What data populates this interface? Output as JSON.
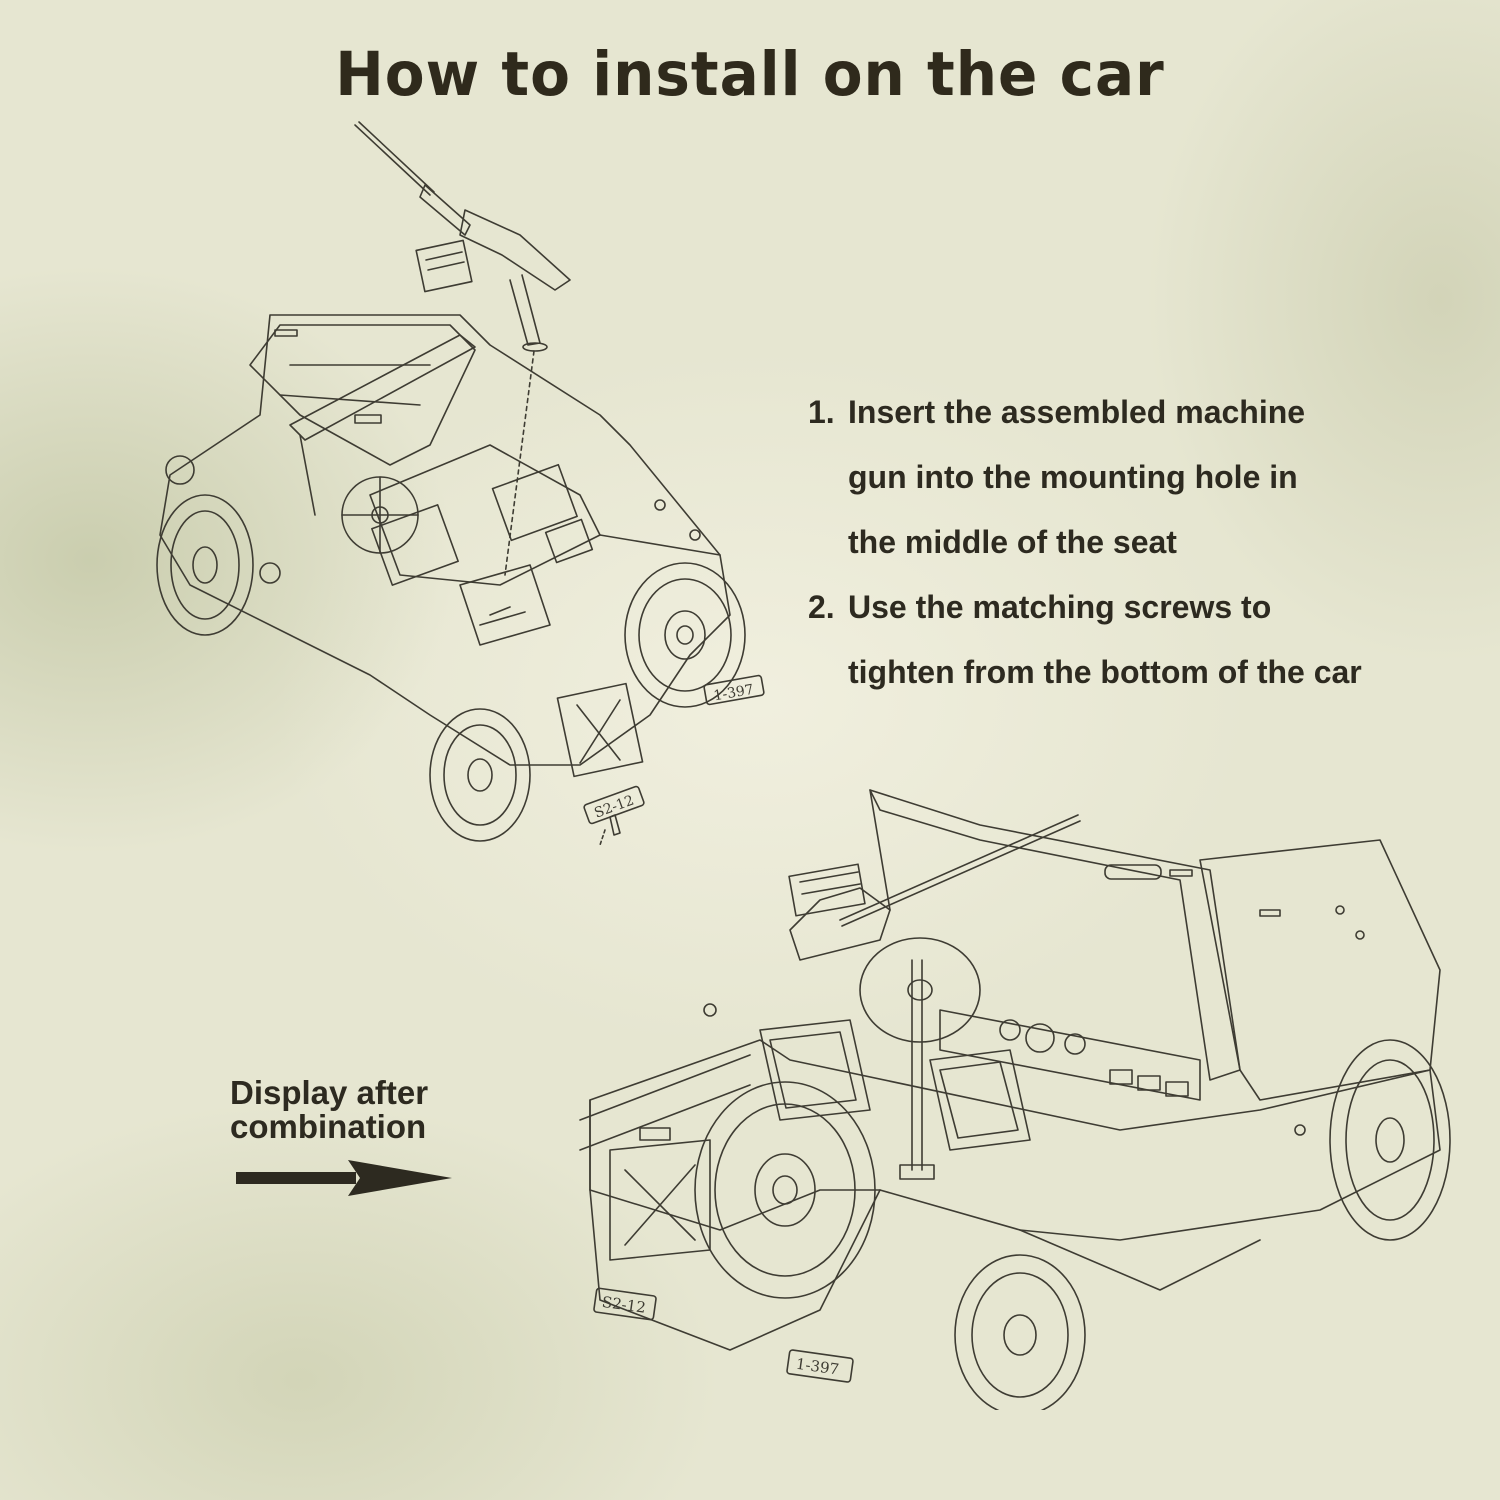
{
  "title": "How to install on the car",
  "steps": [
    {
      "num": "1.",
      "lines": [
        "Insert the assembled machine",
        "gun into the mounting hole in",
        "the middle of the seat"
      ]
    },
    {
      "num": "2.",
      "lines": [
        "Use the matching screws to",
        "tighten from the bottom of the car"
      ]
    }
  ],
  "caption": {
    "line1": "Display after",
    "line2": "combination"
  },
  "plates": {
    "small_rear": "1-397",
    "small_front": "S2-12",
    "large_spare": "S2-12",
    "large_bumper": "1-397"
  },
  "colors": {
    "background": "#e6e6d1",
    "ink": "#2d2a20",
    "linework": "#3e3c33"
  }
}
